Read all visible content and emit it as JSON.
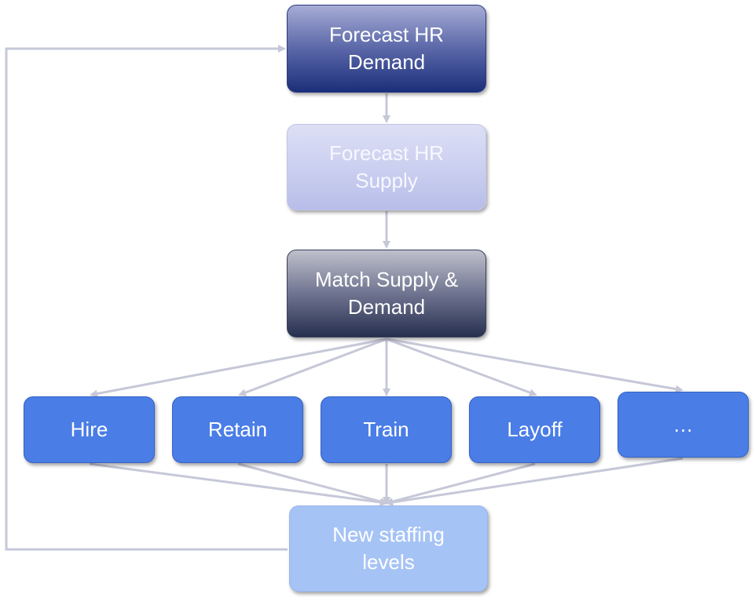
{
  "nodes": {
    "forecast_demand": "Forecast HR\nDemand",
    "forecast_supply": "Forecast HR\nSupply",
    "match": "Match Supply &\nDemand",
    "actions": [
      "Hire",
      "Retain",
      "Train",
      "Layoff",
      "…"
    ],
    "new_levels": "New staffing\nlevels"
  },
  "colors": {
    "connector": "#c6c8d8",
    "action_fill": "#4a7de6",
    "demand_dark": "#1c2f7a",
    "supply_light": "#c8cdef",
    "match_dark": "#27304f",
    "new_levels_fill": "#a6c3f5"
  }
}
